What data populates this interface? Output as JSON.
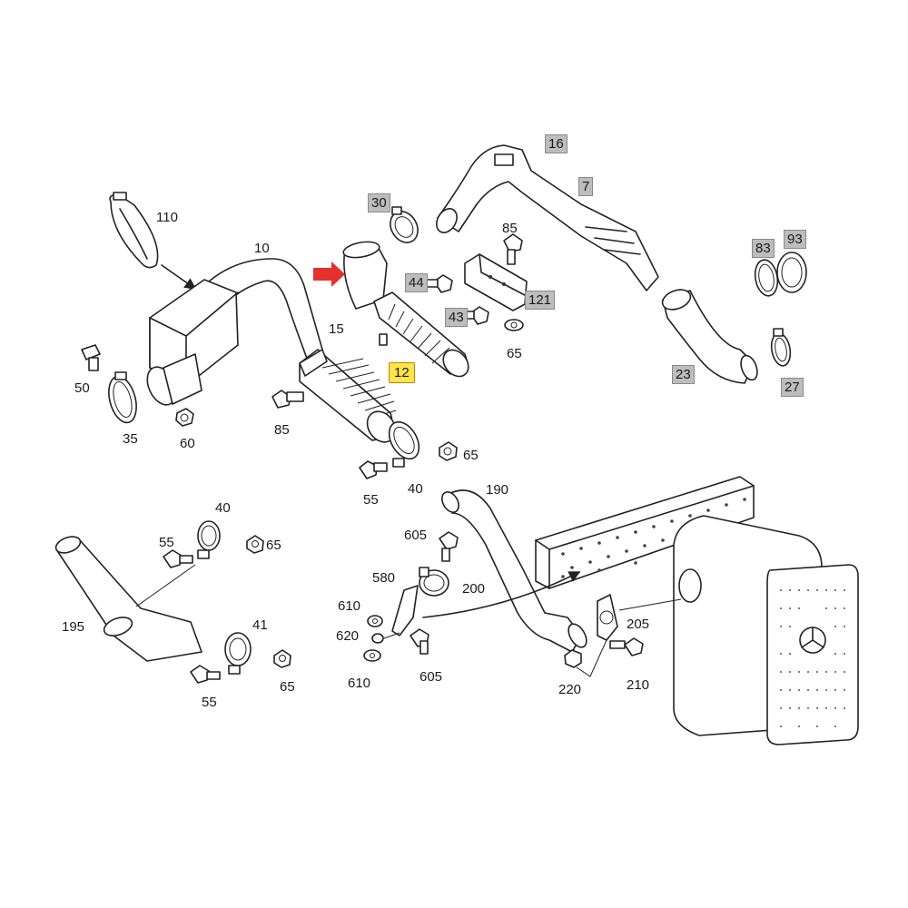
{
  "highlight_color": "#ffe44a",
  "arrow_color": "#e53030",
  "callout_box_color": "#bdbdbd",
  "labels": {
    "l110": "110",
    "l10": "10",
    "l15": "15",
    "l50": "50",
    "l35": "35",
    "l60": "60",
    "l85a": "85",
    "l55a": "55",
    "l40a": "40",
    "l65a": "65",
    "l30": "30",
    "l44": "44",
    "l43": "43",
    "l12": "12",
    "l85b": "85",
    "l65b": "65",
    "l121": "121",
    "l16": "16",
    "l7": "7",
    "l23": "23",
    "l83": "83",
    "l93": "93",
    "l27": "27",
    "l190": "190",
    "l605a": "605",
    "l580": "580",
    "l200": "200",
    "l610a": "610",
    "l620": "620",
    "l610b": "610",
    "l605b": "605",
    "l205": "205",
    "l220": "220",
    "l210": "210",
    "l40b": "40",
    "l55b": "55",
    "l65c": "65",
    "l195": "195",
    "l41": "41",
    "l55c": "55",
    "l65d": "65"
  }
}
